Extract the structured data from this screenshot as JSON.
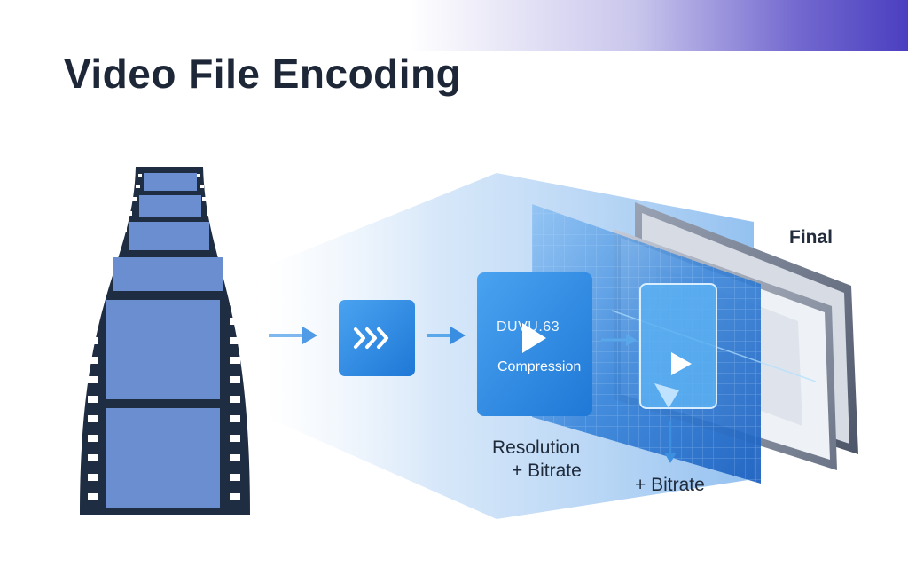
{
  "title": "Video File Encoding",
  "labels": {
    "final": "Final",
    "codec": "DUVU.63",
    "compression": "Compression",
    "resolution": "Resolution",
    "bitrate_plus": "+ Bitrate",
    "bitrate_plus_2": "+ Bitrate"
  },
  "colors": {
    "accent_blue": "#2f86dd",
    "film_dark": "#1f2d42",
    "film_frame": "#6b8ed1",
    "title": "#1d2738",
    "band": "#4b3fc0"
  },
  "icons": {
    "arrow_icon": "right-arrow",
    "forward_icon": "fast-forward",
    "play_icon": "play-triangle"
  }
}
